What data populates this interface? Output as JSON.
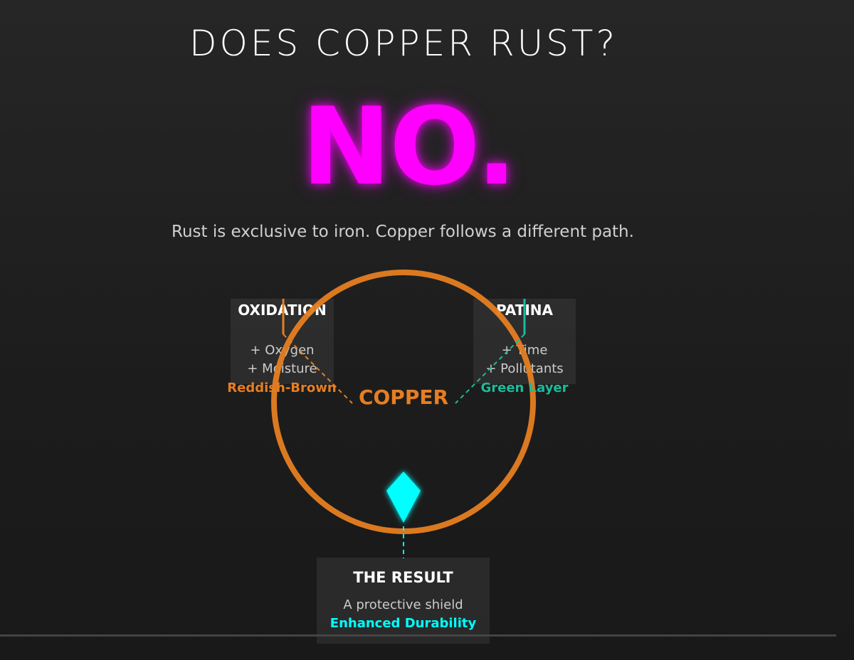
{
  "title": "DOES COPPER RUST?",
  "answer": "NO.",
  "subtitle": "Rust is exclusive to iron. Copper follows a different path.",
  "center_label": "COPPER",
  "oxidation": {
    "heading": "OXIDATION",
    "lines": [
      "+ Oxygen",
      "+ Moisture"
    ],
    "result": "Reddish-Brown"
  },
  "patina": {
    "heading": "PATINA",
    "lines": [
      "+ Time",
      "+ Pollutants"
    ],
    "result": "Green Layer"
  },
  "result": {
    "heading": "THE RESULT",
    "line": "A protective shield",
    "highlight": "Enhanced Durability"
  },
  "colors": {
    "copper": "#e67e22",
    "patina": "#1abc9c",
    "answer": "#ff00ff",
    "shield": "#00ffff"
  }
}
